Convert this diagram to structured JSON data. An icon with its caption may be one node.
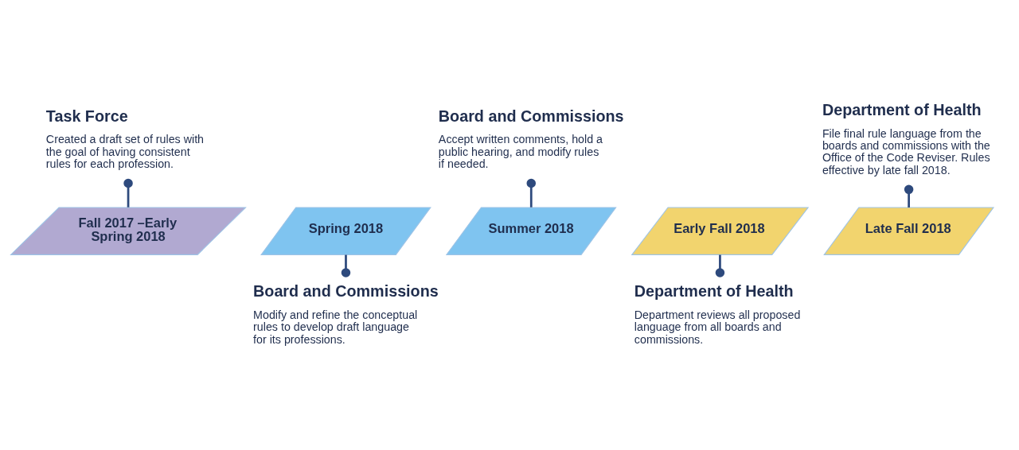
{
  "diagram": {
    "nodes": [
      {
        "text": [
          "Task Force",
          "Created a draft set of rules with the goal of having consistent rules for each profession."
        ]
      },
      {
        "text": [
          "Board and Commissions",
          "Accept written comments, hold a public hearing, and modify rules if needed."
        ]
      },
      {
        "text": [
          "Department of Health",
          "File final rule language from the boards and commissions with the Office of the Code Reviser. Rules effective by late fall 2018."
        ]
      },
      {
        "text": [
          "Fall 2017 –Early Spring 2018"
        ]
      },
      {
        "text": [
          "Spring 2018"
        ]
      },
      {
        "text": [
          "Summer 2018"
        ]
      },
      {
        "text": [
          "Early Fall 2018"
        ]
      },
      {
        "text": [
          "Late Fall 2018"
        ]
      },
      {
        "text": [
          "Board and Commissions",
          "Modify and refine the conceptual rules to develop draft language for its professions."
        ]
      },
      {
        "text": [
          "Department of Health",
          "Department reviews all proposed language from all boards and commissions."
        ]
      }
    ],
    "edges": [
      {
        "from": 0,
        "to": 3,
        "arrow": "other"
      },
      {
        "from": 4,
        "to": 8,
        "arrow": "other"
      },
      {
        "from": 1,
        "to": 5,
        "arrow": "other"
      },
      {
        "from": 6,
        "to": 9,
        "arrow": "other"
      },
      {
        "from": 2,
        "to": 7,
        "arrow": "other"
      }
    ]
  }
}
